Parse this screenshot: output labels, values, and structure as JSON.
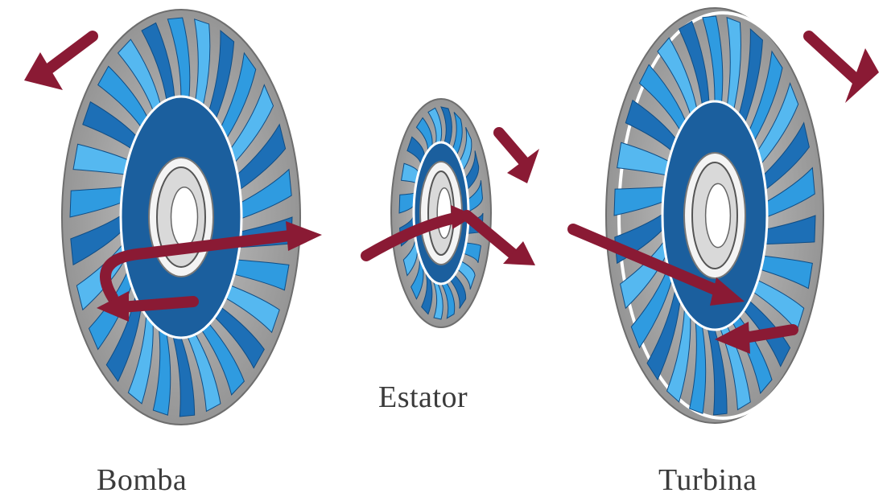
{
  "labels": {
    "bomba": "Bomba",
    "estator": "Estator",
    "turbina": "Turbina"
  },
  "colors": {
    "shell_gray": "#a6a6a6",
    "shell_gray_dark": "#8c8c8c",
    "blade_blue": "#2f9be0",
    "blade_blue_dark": "#1d6fb6",
    "blade_blue_light": "#55b8f0",
    "hub_white": "#f4f4f4",
    "arrow_maroon": "#8a1a34",
    "label_text": "#3b3b3b"
  },
  "components": [
    {
      "id": "bomba",
      "icon": "pump-impeller-icon",
      "arrow": "rotation-arrow-counterclockwise"
    },
    {
      "id": "estator",
      "icon": "stator-icon",
      "arrow": "rotation-arrow-down"
    },
    {
      "id": "turbina",
      "icon": "turbine-icon",
      "arrow": "rotation-arrow-clockwise"
    }
  ]
}
